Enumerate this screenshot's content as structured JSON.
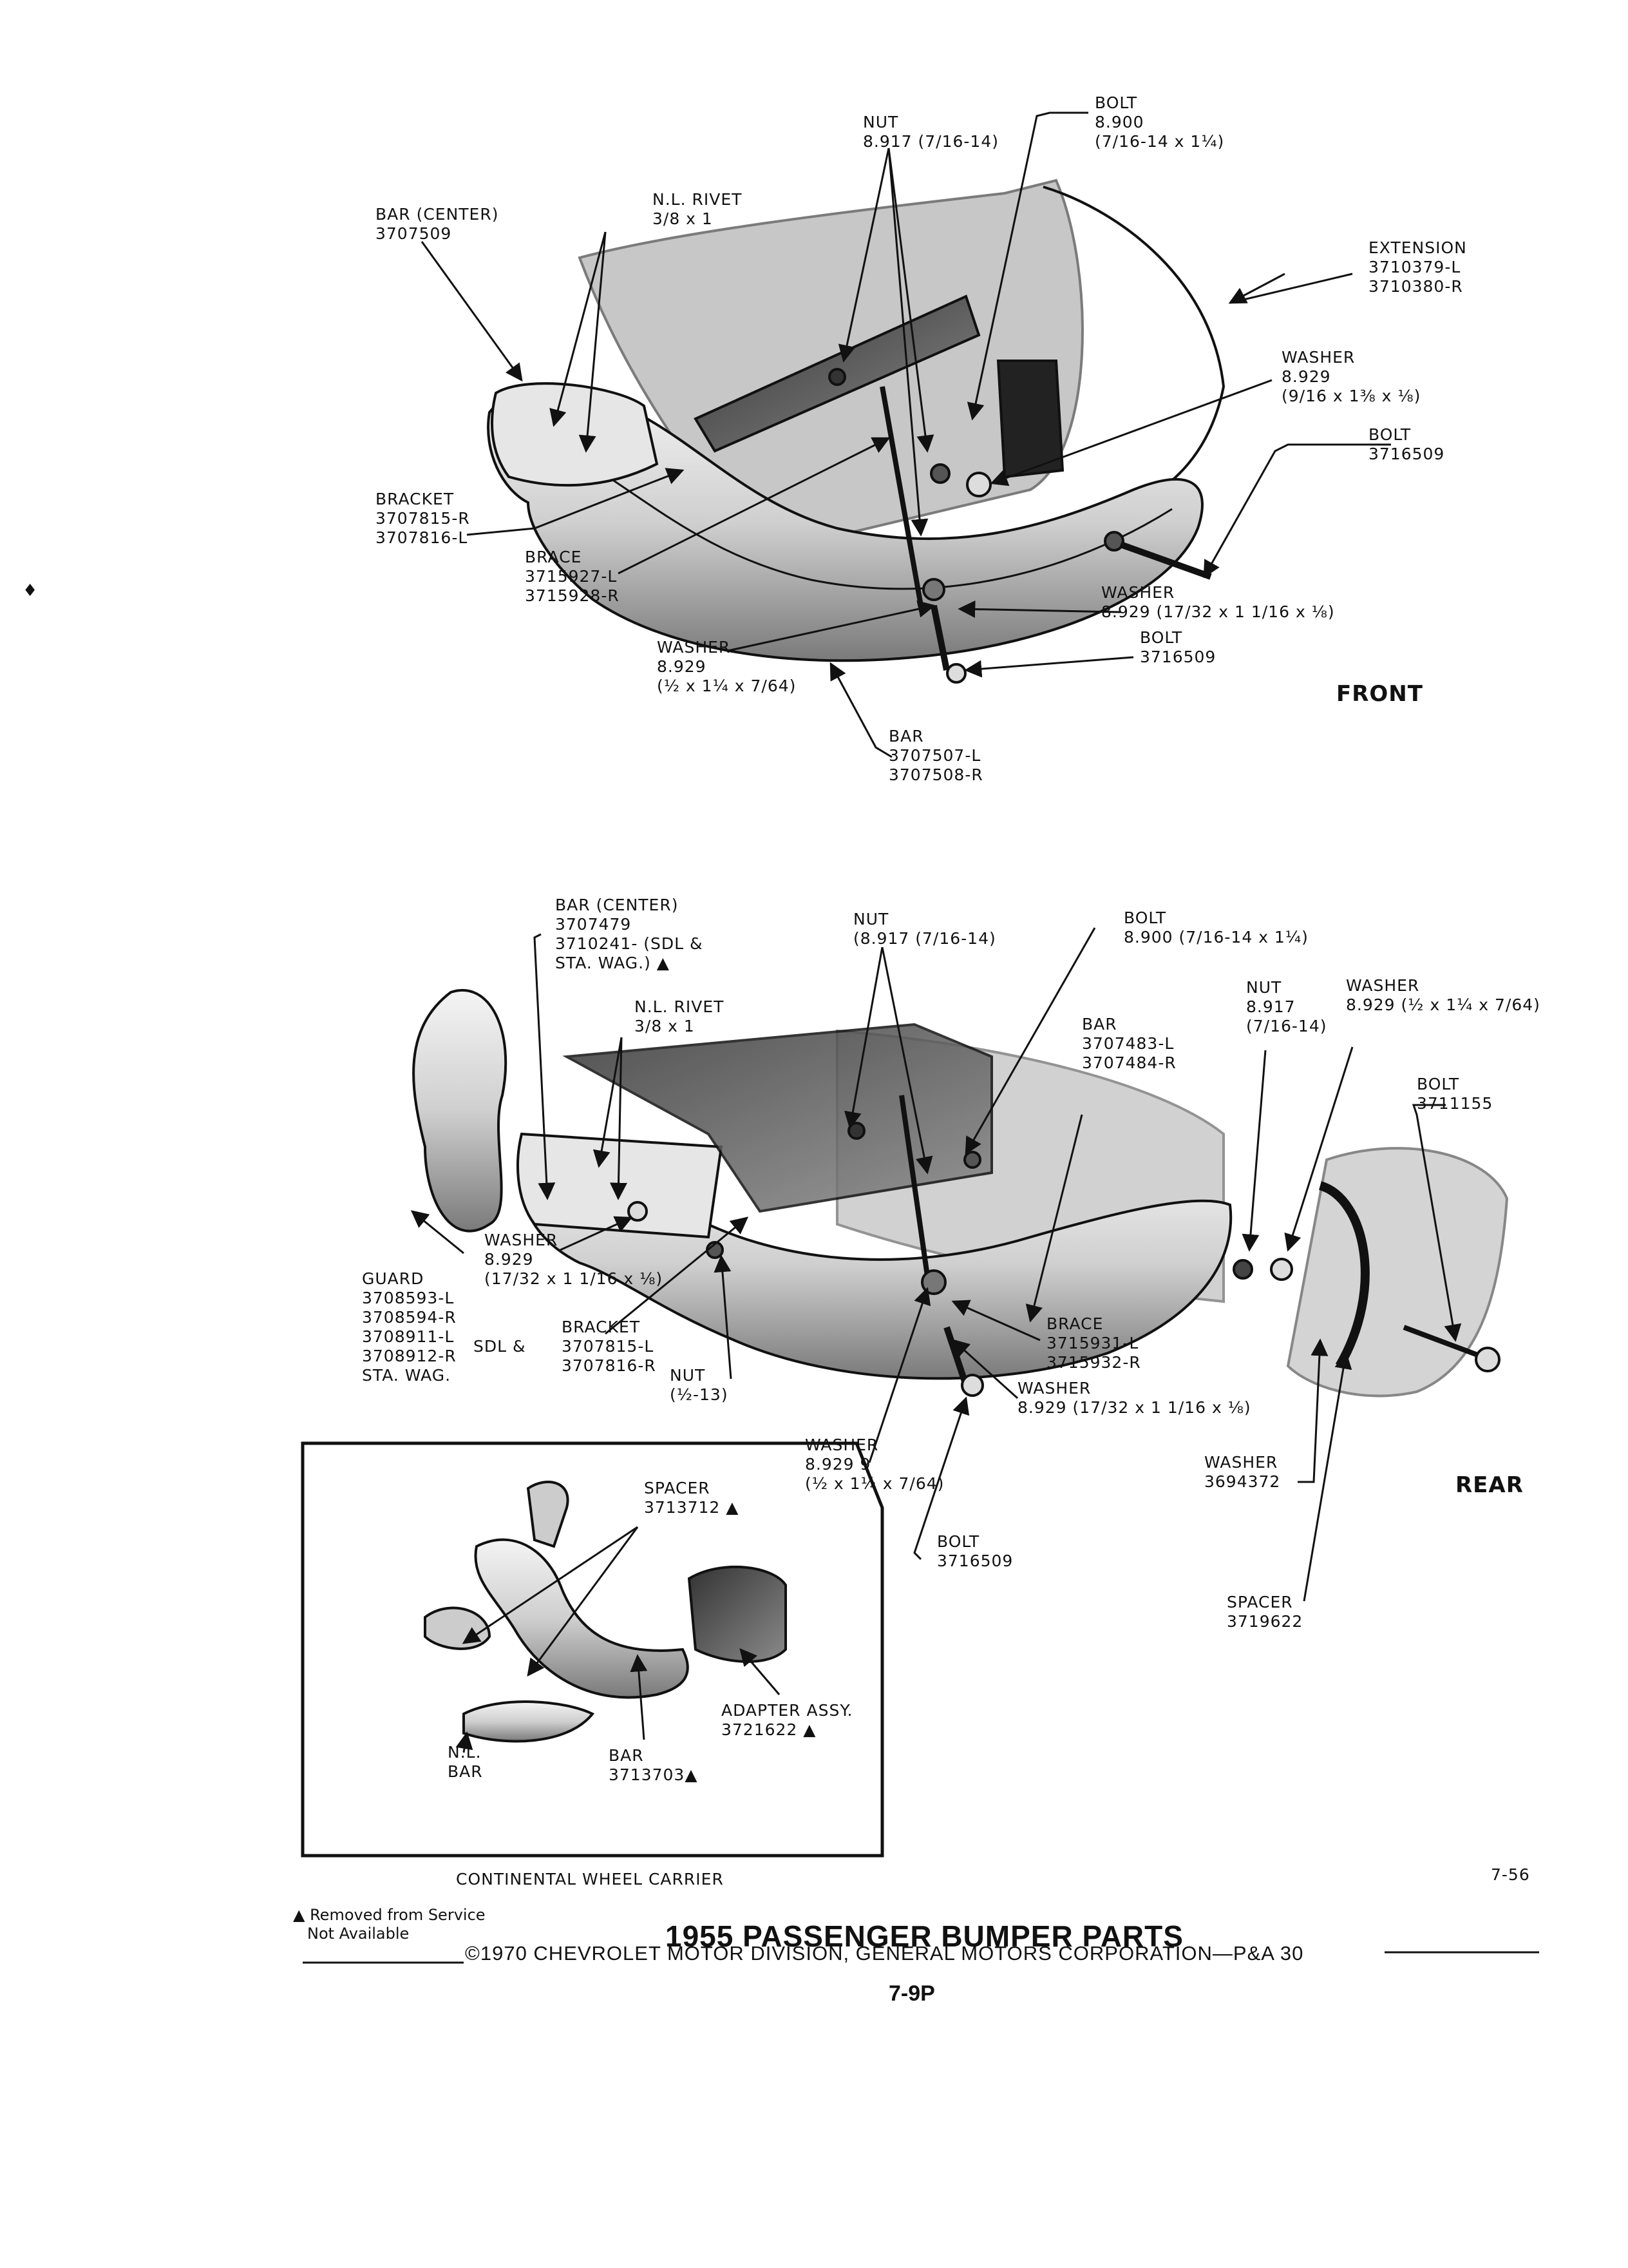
{
  "front": {
    "nut": {
      "name": "NUT",
      "code": "8.917 (7/16-14)"
    },
    "bolt_top": {
      "name": "BOLT",
      "code": "8.900",
      "spec": "(7/16-14 x 1¼)"
    },
    "bar_center": {
      "name": "BAR (CENTER)",
      "code": "3707509"
    },
    "nl_rivet": {
      "name": "N.L. RIVET",
      "spec": "3/8 x 1"
    },
    "extension": {
      "name": "EXTENSION",
      "l": "3710379-L",
      "r": "3710380-R"
    },
    "washer_right": {
      "name": "WASHER",
      "code": "8.929",
      "spec": "(9/16 x 1⅜ x ⅛)"
    },
    "bolt_right": {
      "name": "BOLT",
      "code": "3716509"
    },
    "bracket": {
      "name": "BRACKET",
      "r": "3707815-R",
      "l": "3707816-L"
    },
    "brace": {
      "name": "BRACE",
      "l": "3715927-L",
      "r": "3715928-R"
    },
    "washer_mid": {
      "name": "WASHER",
      "spec": "8.929 (17/32 x 1 1/16 x ⅛)"
    },
    "washer_left": {
      "name": "WASHER",
      "code": "8.929",
      "spec": "(½ x 1¼ x 7/64)"
    },
    "bolt_low": {
      "name": "BOLT",
      "code": "3716509"
    },
    "bar": {
      "name": "BAR",
      "l": "3707507-L",
      "r": "3707508-R"
    },
    "view": "FRONT"
  },
  "rear": {
    "bar_center": {
      "name": "BAR (CENTER)",
      "code": "3707479",
      "alt": "3710241- (SDL &",
      "alt2": "STA. WAG.) ▲"
    },
    "nut_top": {
      "name": "NUT",
      "code": "(8.917 (7/16-14)"
    },
    "bolt_top": {
      "name": "BOLT",
      "spec": "8.900 (7/16-14 x 1¼)"
    },
    "nut_right": {
      "name": "NUT",
      "code": "8.917",
      "spec": "(7/16-14)"
    },
    "washer_right": {
      "name": "WASHER",
      "spec": "8.929 (½ x 1¼ x 7/64)"
    },
    "nl_rivet": {
      "name": "N.L. RIVET",
      "spec": "3/8 x 1"
    },
    "bar": {
      "name": "BAR",
      "l": "3707483-L",
      "r": "3707484-R"
    },
    "bolt_right": {
      "name": "BOLT",
      "code": "3711155"
    },
    "washer_left": {
      "name": "WASHER",
      "code": "8.929",
      "spec": "(17/32 x 1 1/16 x ⅛)"
    },
    "guard": {
      "name": "GUARD",
      "c1": "3708593-L",
      "c2": "3708594-R",
      "c3": "3708911-L",
      "c4": "3708912-R",
      "sdl": "SDL &",
      "wag": "STA. WAG."
    },
    "bracket": {
      "name": "BRACKET",
      "l": "3707815-L",
      "r": "3707816-R"
    },
    "nut_low": {
      "name": "NUT",
      "spec": "(½-13)"
    },
    "brace": {
      "name": "BRACE",
      "l": "3715931-L",
      "r": "3715932-R"
    },
    "washer_low": {
      "name": "WASHER",
      "spec": "8.929 (17/32 x 1 1/16 x ⅛)"
    },
    "washer_bottom": {
      "name": "WASHER",
      "code": "8.929 9",
      "spec": "(½ x 1¼ x 7/64)"
    },
    "bolt_bottom": {
      "name": "BOLT",
      "code": "3716509"
    },
    "washer_far": {
      "name": "WASHER",
      "code": "3694372"
    },
    "spacer": {
      "name": "SPACER",
      "code": "3719622"
    },
    "view": "REAR"
  },
  "inset": {
    "spacer": {
      "name": "SPACER",
      "code": "3713712 ▲"
    },
    "adapter": {
      "name": "ADAPTER ASSY.",
      "code": "3721622 ▲"
    },
    "nl_bar": {
      "l1": "N.L.",
      "l2": "BAR"
    },
    "bar": {
      "name": "BAR",
      "code": "3713703▲"
    },
    "caption": "CONTINENTAL WHEEL CARRIER"
  },
  "ref": "7-56",
  "legend": {
    "l1": "▲ Removed from Service",
    "l2": "Not Available"
  },
  "title": "1955 PASSENGER BUMPER PARTS",
  "footer": "©1970 CHEVROLET MOTOR DIVISION, GENERAL MOTORS CORPORATION—P&A 30",
  "page": "7-9P"
}
